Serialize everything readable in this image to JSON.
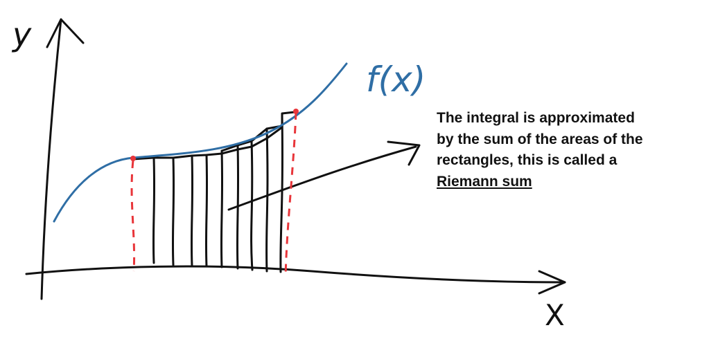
{
  "labels": {
    "y_axis": "y",
    "x_axis": "X",
    "function": "f(x)"
  },
  "caption": {
    "lines": [
      "The integral is approximated",
      "by the sum of the areas of the",
      "rectangles, this is called a"
    ],
    "term": "Riemann sum"
  },
  "colors": {
    "curve": "#2f6ea5",
    "bounds": "#e8353a",
    "ink": "#111111"
  }
}
